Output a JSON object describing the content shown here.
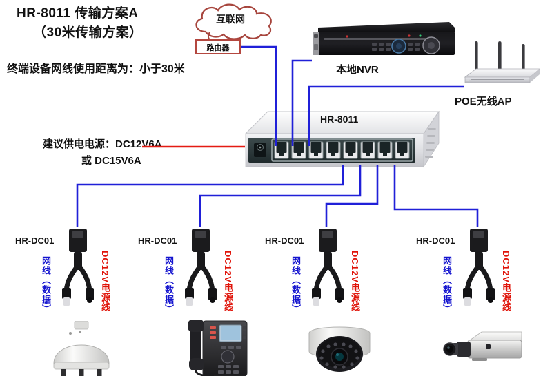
{
  "diagram": {
    "title_line1": "HR-8011 传输方案A",
    "title_line2": "（30米传输方案）",
    "distance_note": "终端设备网线使用距离为：小于30米",
    "power_note_line1": "建议供电电源：DC12V6A",
    "power_note_line2": "或  DC15V6A"
  },
  "colors": {
    "ethernet_blue": "#2020d8",
    "power_red": "#e41b13",
    "cloud_outline": "#a7453d",
    "router_border": "#b4473f",
    "data_label_blue": "#1414cf",
    "power_label_red": "#e0140a",
    "background": "#ffffff"
  },
  "nodes": {
    "cloud": {
      "label": "互联网",
      "icon": "cloud-icon"
    },
    "router": {
      "label": "路由器",
      "icon": "router-box-icon"
    },
    "nvr": {
      "label": "本地NVR",
      "icon": "nvr-icon"
    },
    "ap": {
      "label": "POE无线AP",
      "icon": "wireless-ap-icon",
      "antennas": 3
    },
    "switch": {
      "label": "HR-8011",
      "icon": "poe-switch-icon",
      "rj45_ports": 8,
      "power_jack": 1
    }
  },
  "splitters": [
    {
      "name": "HR-DC01",
      "data_label": "网线（数据）",
      "power_label": "DC12V电源线"
    },
    {
      "name": "HR-DC01",
      "data_label": "网线（数据）",
      "power_label": "DC12V电源线"
    },
    {
      "name": "HR-DC01",
      "data_label": "网线（数据）",
      "power_label": "DC12V电源线"
    },
    {
      "name": "HR-DC01",
      "data_label": "网线（数据）",
      "power_label": "DC12V电源线"
    }
  ],
  "endpoints": [
    {
      "icon": "ptz-dome-camera-icon"
    },
    {
      "icon": "ip-phone-icon"
    },
    {
      "icon": "ir-dome-camera-icon"
    },
    {
      "icon": "box-camera-icon"
    }
  ]
}
